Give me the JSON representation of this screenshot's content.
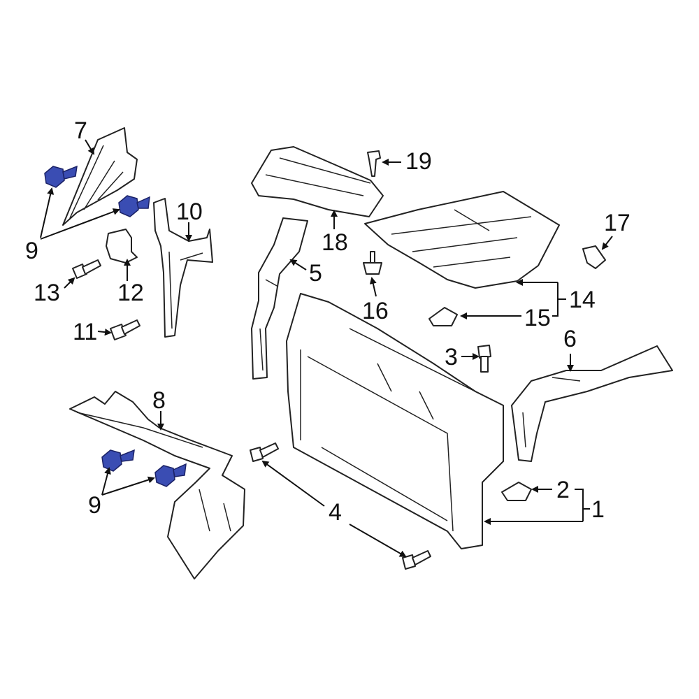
{
  "diagram": {
    "callouts": {
      "c1": "1",
      "c2": "2",
      "c3": "3",
      "c4": "4",
      "c5": "5",
      "c6": "6",
      "c7": "7",
      "c8": "8",
      "c9a": "9",
      "c9b": "9",
      "c10": "10",
      "c11": "11",
      "c12": "12",
      "c13": "13",
      "c14": "14",
      "c15": "15",
      "c16": "16",
      "c17": "17",
      "c18": "18",
      "c19": "19"
    },
    "highlight_color": "#3a4db3"
  }
}
